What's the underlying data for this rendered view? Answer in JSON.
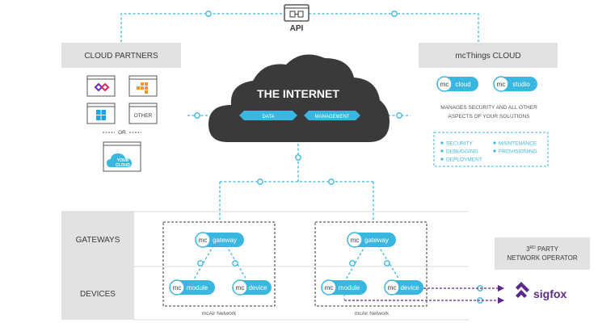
{
  "api": {
    "label": "API"
  },
  "cloud_partners": {
    "header": "CLOUD PARTNERS",
    "tiles": [
      "",
      "",
      "",
      "OTHER"
    ],
    "or_label": "OR",
    "your_cloud": "YOUR\nCLOUD"
  },
  "mcthings_cloud": {
    "header": "mcThings CLOUD",
    "pills": [
      {
        "prefix": "mc",
        "label": "cloud"
      },
      {
        "prefix": "mc",
        "label": "studio"
      }
    ],
    "description": [
      "MANAGES SECURITY AND ALL OTHER",
      "ASPECTS OF YOUR SOLUTIONS"
    ],
    "features_left": [
      "SECURITY",
      "DEBUGGING",
      "DEPLOYMENT"
    ],
    "features_right": [
      "MAINTENANCE",
      "PROVISIONING"
    ]
  },
  "internet": {
    "title": "THE INTERNET",
    "data_label": "DATA",
    "management_label": "MANAGEMENT"
  },
  "rows": {
    "gateways": "GATEWAYS",
    "devices": "DEVICES"
  },
  "networks": [
    {
      "label": "mcAir Network",
      "gateway": {
        "prefix": "mc",
        "label": "gateway"
      },
      "module": {
        "prefix": "mc",
        "label": "module"
      },
      "device": {
        "prefix": "mc",
        "label": "device"
      }
    },
    {
      "label": "mcAir Network",
      "gateway": {
        "prefix": "mc",
        "label": "gateway"
      },
      "module": {
        "prefix": "mc",
        "label": "module"
      },
      "device": {
        "prefix": "mc",
        "label": "device"
      }
    }
  ],
  "third_party": {
    "line1_prefix": "3",
    "line1_sup": "RD",
    "line1_suffix": " PARTY",
    "line2": "NETWORK OPERATOR",
    "brand": "sigfox"
  },
  "colors": {
    "accent": "#3ab7e0",
    "cloud": "#3a3a3a",
    "header_bg": "#e2e2e2",
    "sigfox": "#5b2a86"
  }
}
